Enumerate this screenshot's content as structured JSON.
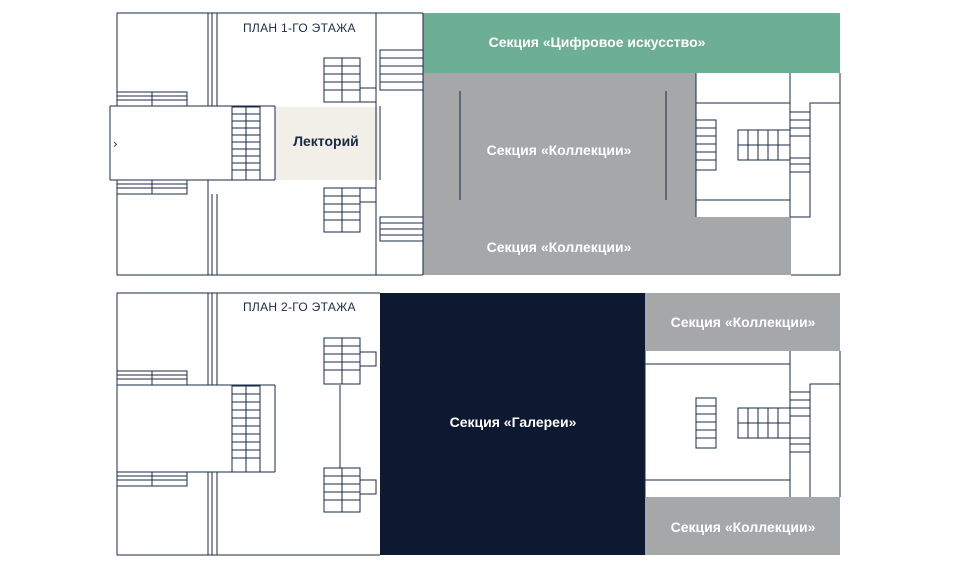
{
  "floor1": {
    "title": "ПЛАН 1-ГО ЭТАЖА",
    "zones": {
      "digital": "Секция «Цифровое искусство»",
      "lecture": "Лекторий",
      "collections_main": "Секция «Коллекции»",
      "collections_bottom": "Секция «Коллекции»"
    },
    "entrance_icon": "chevron-right-icon"
  },
  "floor2": {
    "title": "ПЛАН 2-ГО ЭТАЖА",
    "zones": {
      "galleries": "Секция «Галереи»",
      "collections_top": "Секция «Коллекции»",
      "collections_bottom": "Секция «Коллекции»"
    }
  },
  "colors": {
    "digital": "#6daf94",
    "collections": "#a6a7a9",
    "lecture": "#f1efe8",
    "galleries": "#0d1930",
    "wall": "#1b2a44",
    "label_light": "#ffffff",
    "label_dark": "#1b2a44"
  }
}
